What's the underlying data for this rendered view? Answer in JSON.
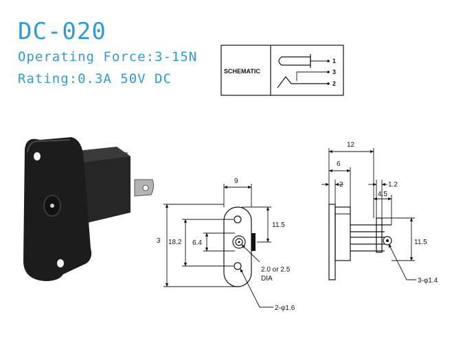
{
  "header": {
    "model": "DC-020",
    "operating_force": "Operating Force:3-15N",
    "rating": "Rating:0.3A 50V DC"
  },
  "schematic": {
    "label": "SCHEMATIC",
    "pins": [
      "1",
      "3",
      "2"
    ]
  },
  "front_view": {
    "dims": {
      "width": "9",
      "top_gap": "11.5",
      "overall_height": "3",
      "mid_height": "18.2",
      "inner_height": "6.4",
      "center_hole": "2.0 or 2.5",
      "center_hole_unit": "DIA",
      "mount_holes": "2-φ1.6"
    }
  },
  "side_view": {
    "dims": {
      "depth": "12",
      "body": "6",
      "flange": "2",
      "pin_thickness": "1.2",
      "pin_span": "4.5",
      "height": "11.5",
      "pin_holes": "3-φ1.4"
    }
  },
  "colors": {
    "header_blue": "#2f9ad3",
    "line": "#111111",
    "part_body": "#1c1c1c"
  }
}
